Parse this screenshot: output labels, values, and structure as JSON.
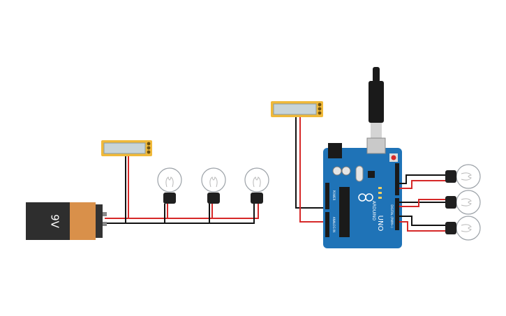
{
  "battery": {
    "label": "9V",
    "body_color": "#2e2e2e",
    "cap_color": "#d9904a"
  },
  "multimeters": [
    {
      "display": ""
    },
    {
      "display": ""
    }
  ],
  "bulbs_left": [
    {
      "id": "bulb-1"
    },
    {
      "id": "bulb-2"
    },
    {
      "id": "bulb-3"
    }
  ],
  "bulbs_right": [
    {
      "id": "bulb-4"
    },
    {
      "id": "bulb-5"
    },
    {
      "id": "bulb-6"
    }
  ],
  "arduino": {
    "brand": "ARDUINO",
    "model": "UNO",
    "digital_label": "DIGITAL (PWM~)",
    "analog_label": "ANALOG IN",
    "power_label": "POWER",
    "board_color": "#1f73b7"
  },
  "colors": {
    "wire_red": "#d62828",
    "wire_black": "#111111",
    "meter_yellow": "#f0b93a"
  }
}
